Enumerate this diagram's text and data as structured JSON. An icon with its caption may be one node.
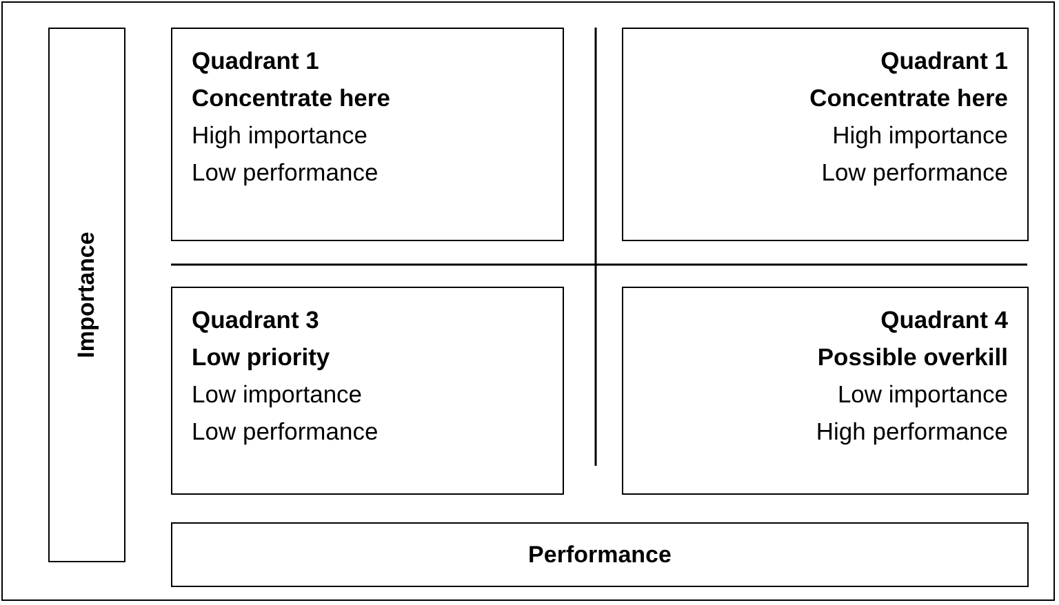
{
  "diagram": {
    "nodes": [
      {
        "text": [
          "Importance"
        ]
      },
      {
        "text": [
          "Quadrant 1",
          "Concentrate here",
          "High importance",
          "Low performance"
        ]
      },
      {
        "text": [
          "Quadrant 1",
          "Concentrate here",
          "High importance",
          "Low performance"
        ]
      },
      {
        "text": [
          "Quadrant 3",
          "Low priority",
          "Low importance",
          "Low performance"
        ]
      },
      {
        "text": [
          "Quadrant 4",
          "Possible overkill",
          "Low importance",
          "High performance"
        ]
      },
      {
        "text": [
          "Performance"
        ]
      }
    ],
    "edges": []
  }
}
